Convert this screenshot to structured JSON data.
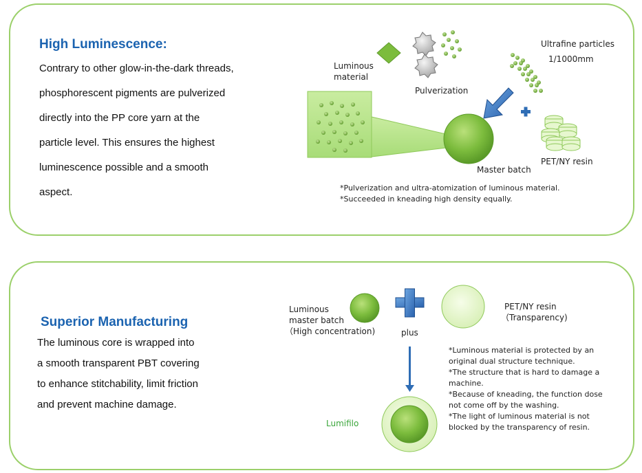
{
  "section1": {
    "heading": "High Luminescence:",
    "body_lines": [
      "Contrary to other glow-in-the-dark threads,",
      "phosphorescent pigments are pulverized",
      "directly into the PP core yarn at the",
      "particle level. This ensures the highest",
      "luminescence possible and a smooth",
      "aspect."
    ],
    "labels": {
      "luminous_material_1": "Luminous",
      "luminous_material_2": "material",
      "pulverization": "Pulverization",
      "ultrafine_1": "Ultrafine particles",
      "ultrafine_2": "1/1000mm",
      "master_batch": "Master batch",
      "resin": "PET/NY resin"
    },
    "notes": [
      "*Pulverization and ultra-atomization of luminous material.",
      "*Succeeded in kneading high density equally."
    ]
  },
  "section2": {
    "heading": "Superior Manufacturing",
    "body_lines": [
      "The luminous core is wrapped into",
      "a smooth transparent PBT covering",
      "to enhance stitchability, limit friction",
      "and prevent machine damage."
    ],
    "labels": {
      "master_batch_1": "Luminous",
      "master_batch_2": "master batch",
      "master_batch_3": "（High concentration)",
      "plus": "plus",
      "resin_1": "PET/NY resin",
      "resin_2": "（Transparency)",
      "product": "Lumifilo"
    },
    "notes": [
      "*Luminous material is protected by an",
      "original dual structure technique.",
      "*The structure that is hard to damage a",
      "machine.",
      "*Because of kneading, the function dose",
      "not come off by the washing.",
      "*The light of luminous material is not",
      "blocked by the transparency of resin."
    ]
  },
  "colors": {
    "border": "#9bd06a",
    "heading": "#1b63b0",
    "green": "#74b73a",
    "arrow_blue": "#2f6db5"
  }
}
